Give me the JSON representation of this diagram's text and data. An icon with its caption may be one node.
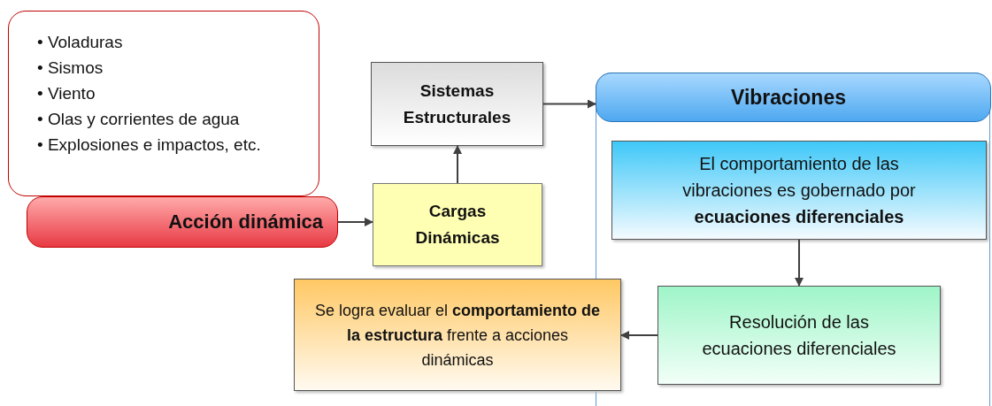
{
  "diagram": {
    "nodes": [
      {
        "text": [
          "• Voladuras",
          "• Sismos",
          "• Viento",
          "• Olas y corrientes de agua",
          "• Explosiones e impactos, etc."
        ]
      },
      {
        "text": [
          "Acción dinámica"
        ]
      },
      {
        "text": [
          "Sistemas Estructurales"
        ]
      },
      {
        "text": [
          "Cargas Dinámicas"
        ]
      },
      {
        "text": [
          "Vibraciones"
        ]
      },
      {
        "text": [
          "El comportamiento de las vibraciones es gobernado por **ecuaciones diferenciales**"
        ],
        "in": 4
      },
      {
        "text": [
          "Resolución de las ecuaciones diferenciales"
        ],
        "in": 4
      },
      {
        "text": [
          "Se logra evaluar el **comportamiento de la estructura** frente a acciones dinámicas"
        ]
      }
    ],
    "edges": [
      {
        "from": 1,
        "to": 3,
        "arrow": "to"
      },
      {
        "from": 3,
        "to": 2,
        "arrow": "to"
      },
      {
        "from": 2,
        "to": 4,
        "arrow": "to"
      },
      {
        "from": 5,
        "to": 6,
        "arrow": "to"
      },
      {
        "from": 6,
        "to": 7,
        "arrow": "to"
      }
    ]
  }
}
